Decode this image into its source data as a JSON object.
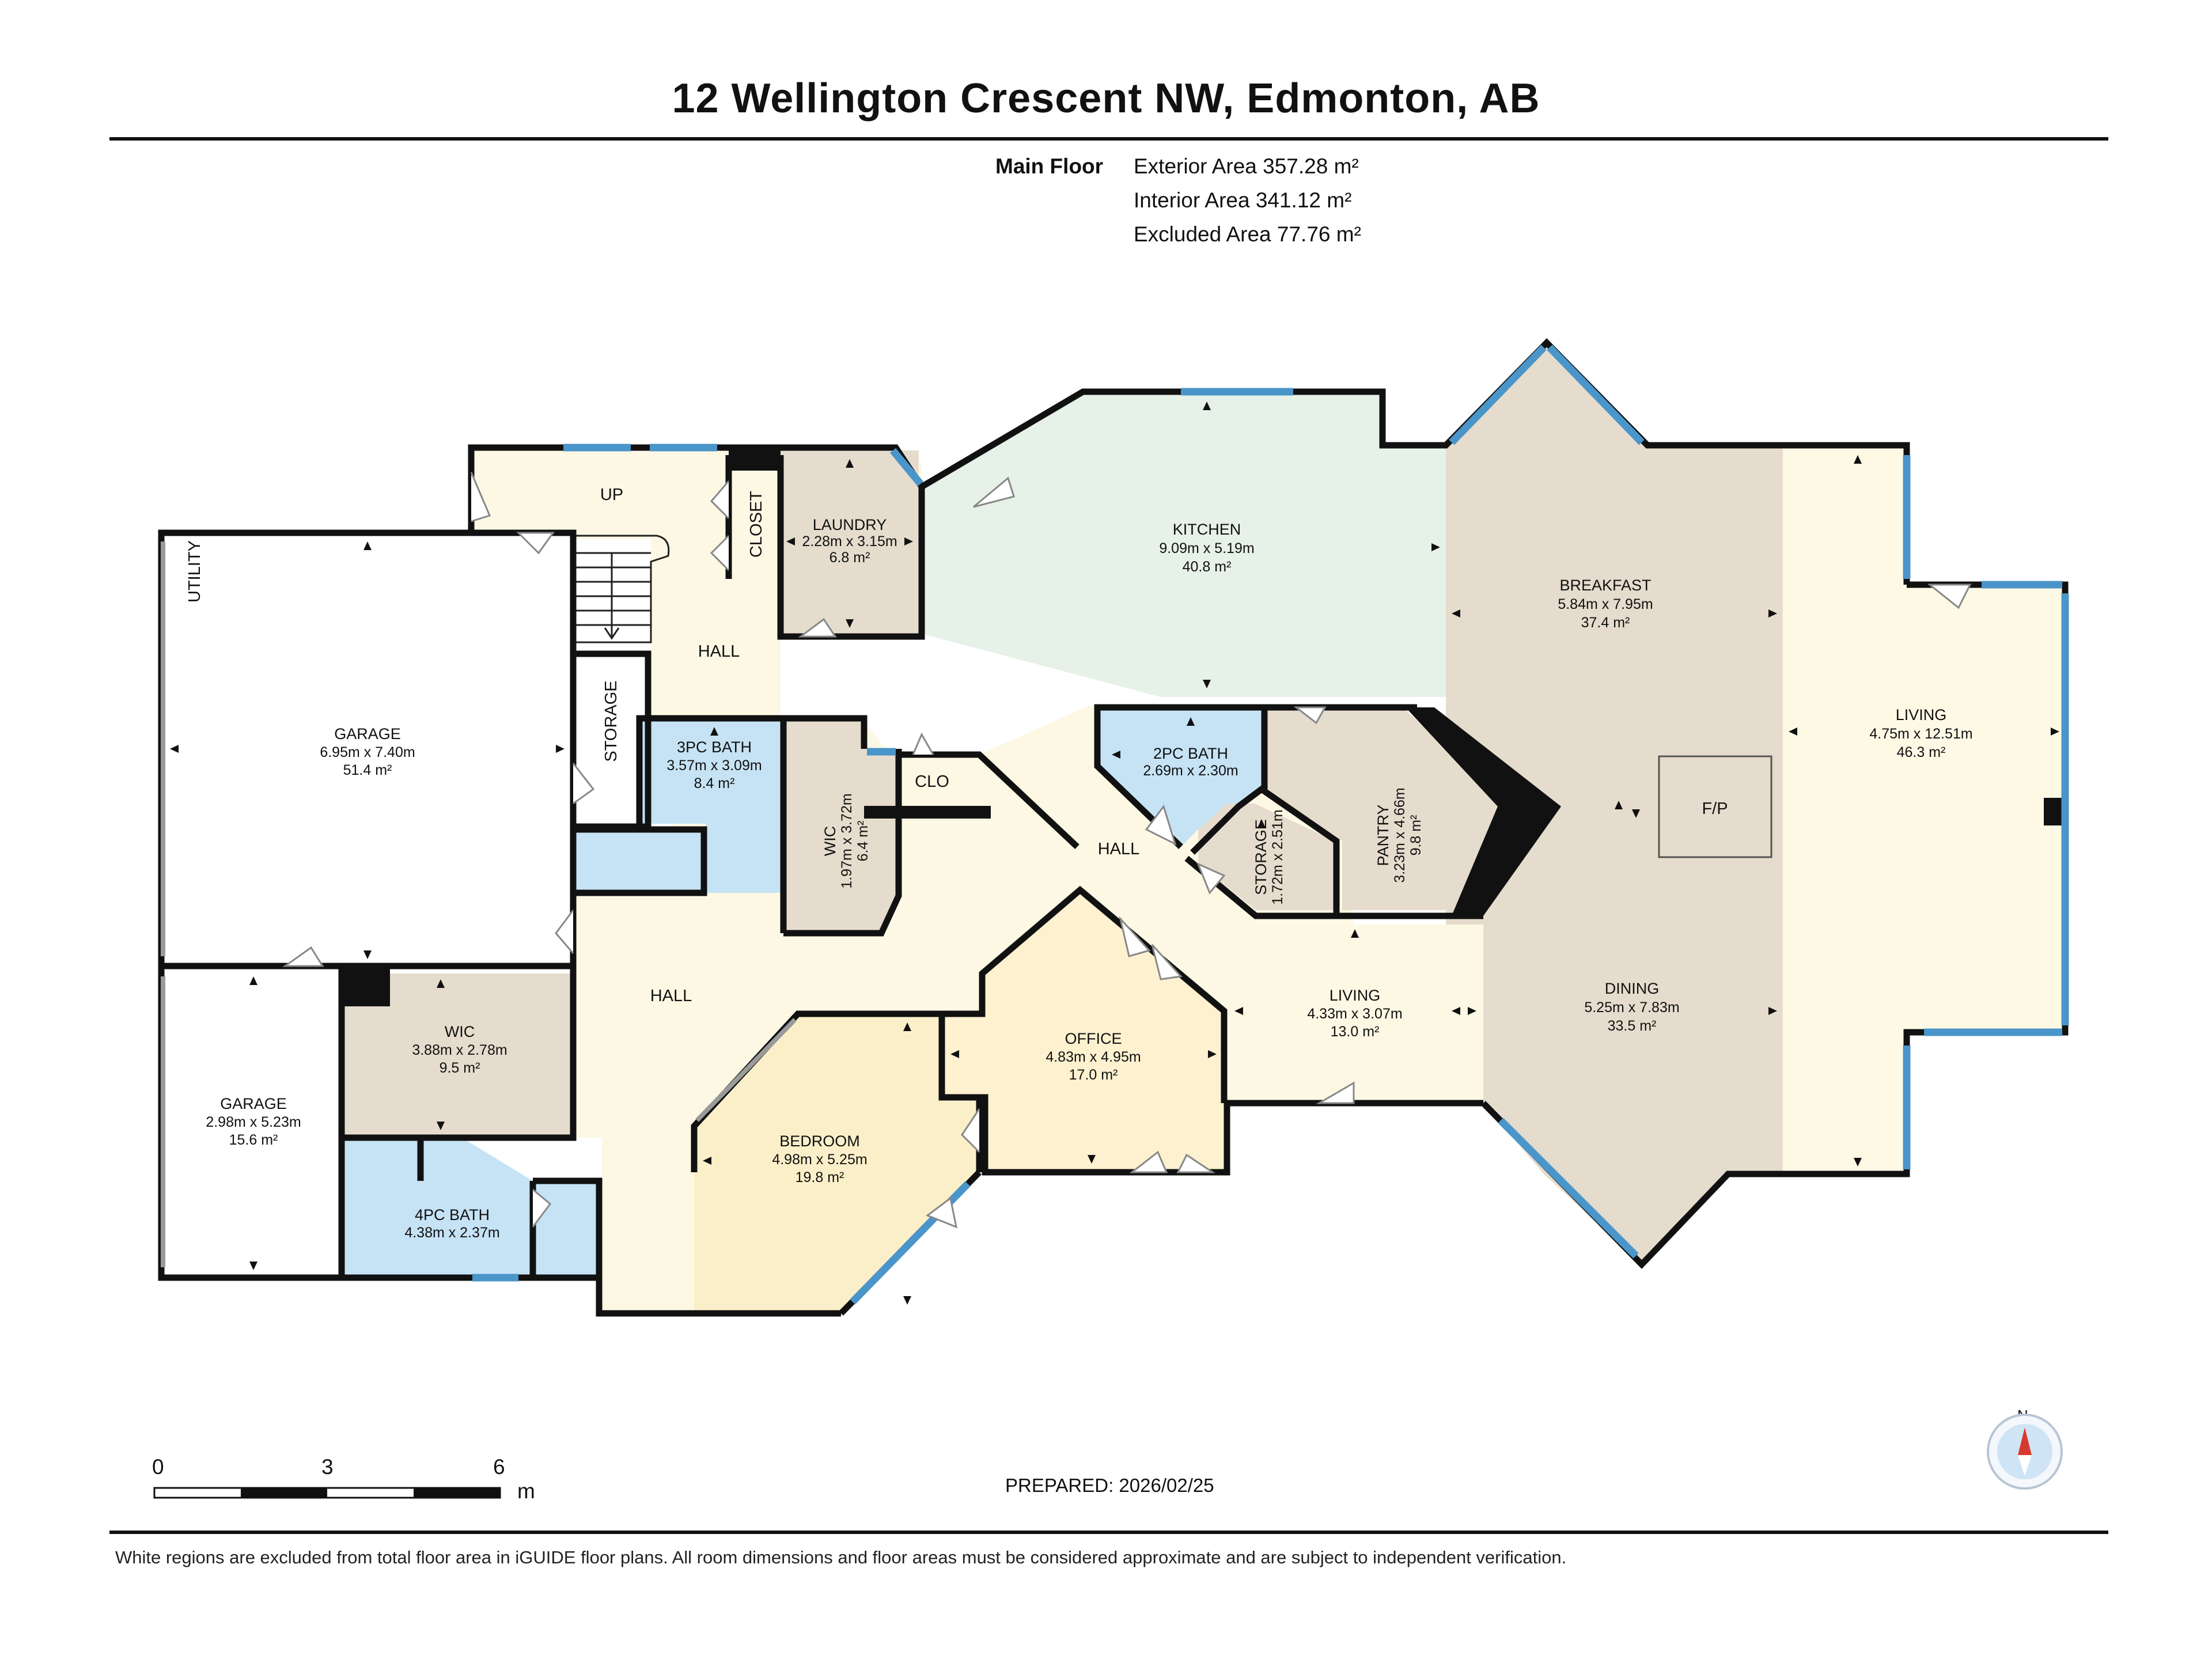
{
  "title": "12 Wellington Crescent NW, Edmonton, AB",
  "floor": {
    "label": "Main Floor",
    "exterior_area": "Exterior Area 357.28 m²",
    "interior_area": "Interior Area 341.12 m²",
    "excluded_area": "Excluded Area 77.76 m²"
  },
  "rooms": {
    "kitchen": {
      "name": "KITCHEN",
      "dim": "9.09m x 5.19m",
      "area": "40.8 m²"
    },
    "breakfast": {
      "name": "BREAKFAST",
      "dim": "5.84m x 7.95m",
      "area": "37.4 m²"
    },
    "living_east": {
      "name": "LIVING",
      "dim": "4.75m x 12.51m",
      "area": "46.3 m²"
    },
    "dining": {
      "name": "DINING",
      "dim": "5.25m x 7.83m",
      "area": "33.5 m²"
    },
    "living_center": {
      "name": "LIVING",
      "dim": "4.33m x 3.07m",
      "area": "13.0 m²"
    },
    "office": {
      "name": "OFFICE",
      "dim": "4.83m x 4.95m",
      "area": "17.0 m²"
    },
    "bedroom": {
      "name": "BEDROOM",
      "dim": "4.98m x 5.25m",
      "area": "19.8 m²"
    },
    "garage_main": {
      "name": "GARAGE",
      "dim": "6.95m x 7.40m",
      "area": "51.4 m²"
    },
    "garage_small": {
      "name": "GARAGE",
      "dim": "2.98m x 5.23m",
      "area": "15.6 m²"
    },
    "wic_south": {
      "name": "WIC",
      "dim": "3.88m x 2.78m",
      "area": "9.5 m²"
    },
    "bath_4pc": {
      "name": "4PC BATH",
      "dim": "4.38m x 2.37m"
    },
    "bath_3pc": {
      "name": "3PC BATH",
      "dim": "3.57m x 3.09m",
      "area": "8.4 m²"
    },
    "wic_center": {
      "name": "WIC",
      "dim": "1.97m x 3.72m",
      "area": "6.4 m²"
    },
    "laundry": {
      "name": "LAUNDRY",
      "dim": "2.28m x 3.15m",
      "area": "6.8 m²"
    },
    "bath_2pc": {
      "name": "2PC BATH",
      "dim": "2.69m x 2.30m"
    },
    "storage_small": {
      "name": "STORAGE",
      "dim": "1.72m x 2.51m"
    },
    "pantry": {
      "name": "PANTRY",
      "dim": "3.23m x 4.66m",
      "area": "9.8 m²"
    }
  },
  "labels": {
    "up": "UP",
    "closet": "CLOSET",
    "utility": "UTILITY",
    "storage_vertical": "STORAGE",
    "clo": "CLO",
    "hall_north": "HALL",
    "hall_center": "HALL",
    "hall_west": "HALL",
    "fireplace": "F/P"
  },
  "scale": {
    "ticks": [
      "0",
      "3",
      "6"
    ],
    "unit": "m"
  },
  "compass_label": "N",
  "prepared": "PREPARED: 2026/02/25",
  "disclaimer": "White regions are excluded from total floor area in iGUIDE floor plans. All room dimensions and floor areas must be considered approximate and are subject to independent verification.",
  "colors": {
    "hall": "#fdf8e4",
    "kitchen": "#e6f1e8",
    "wood": "#e5dccd",
    "bath": "#c6e3f5",
    "bedroom": "#fbefc9",
    "office": "#fdf1cf",
    "living": "#fef9e5",
    "wall": "#111111",
    "window": "#4a95c9"
  }
}
